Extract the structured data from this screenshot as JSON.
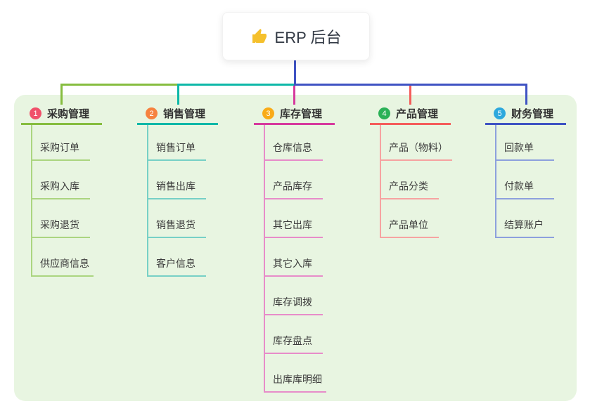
{
  "root": {
    "title": "ERP 后台",
    "icon": "thumbs-up-icon",
    "icon_color": "#f5c02c"
  },
  "canvas": {
    "background": "#ffffff",
    "panel_color": "#e8f5e1",
    "root_connector_color": "#3f53c3"
  },
  "branches": [
    {
      "number": "1",
      "label": "采购管理",
      "badge_color": "#f0506a",
      "line_color": "#86bd3f",
      "sub_line_color": "#abd580",
      "children": [
        {
          "label": "采购订单"
        },
        {
          "label": "采购入库"
        },
        {
          "label": "采购退货"
        },
        {
          "label": "供应商信息"
        }
      ]
    },
    {
      "number": "2",
      "label": "销售管理",
      "badge_color": "#f6823f",
      "line_color": "#0eb8a8",
      "sub_line_color": "#77d0c6",
      "children": [
        {
          "label": "销售订单"
        },
        {
          "label": "销售出库"
        },
        {
          "label": "销售退货"
        },
        {
          "label": "客户信息"
        }
      ]
    },
    {
      "number": "3",
      "label": "库存管理",
      "badge_color": "#f9ab17",
      "line_color": "#d63a9e",
      "sub_line_color": "#e78cc9",
      "children": [
        {
          "label": "仓库信息"
        },
        {
          "label": "产品库存"
        },
        {
          "label": "其它出库"
        },
        {
          "label": "其它入库"
        },
        {
          "label": "库存调拨"
        },
        {
          "label": "库存盘点"
        },
        {
          "label": "出库库明细"
        }
      ]
    },
    {
      "number": "4",
      "label": "产品管理",
      "badge_color": "#2bb157",
      "line_color": "#f45d5b",
      "sub_line_color": "#f6a3a1",
      "children": [
        {
          "label": "产品（物料）"
        },
        {
          "label": "产品分类"
        },
        {
          "label": "产品单位"
        }
      ]
    },
    {
      "number": "5",
      "label": "财务管理",
      "badge_color": "#2da8dd",
      "line_color": "#3f53c3",
      "sub_line_color": "#8da0dd",
      "children": [
        {
          "label": "回款单"
        },
        {
          "label": "付款单"
        },
        {
          "label": "结算账户"
        }
      ]
    }
  ]
}
